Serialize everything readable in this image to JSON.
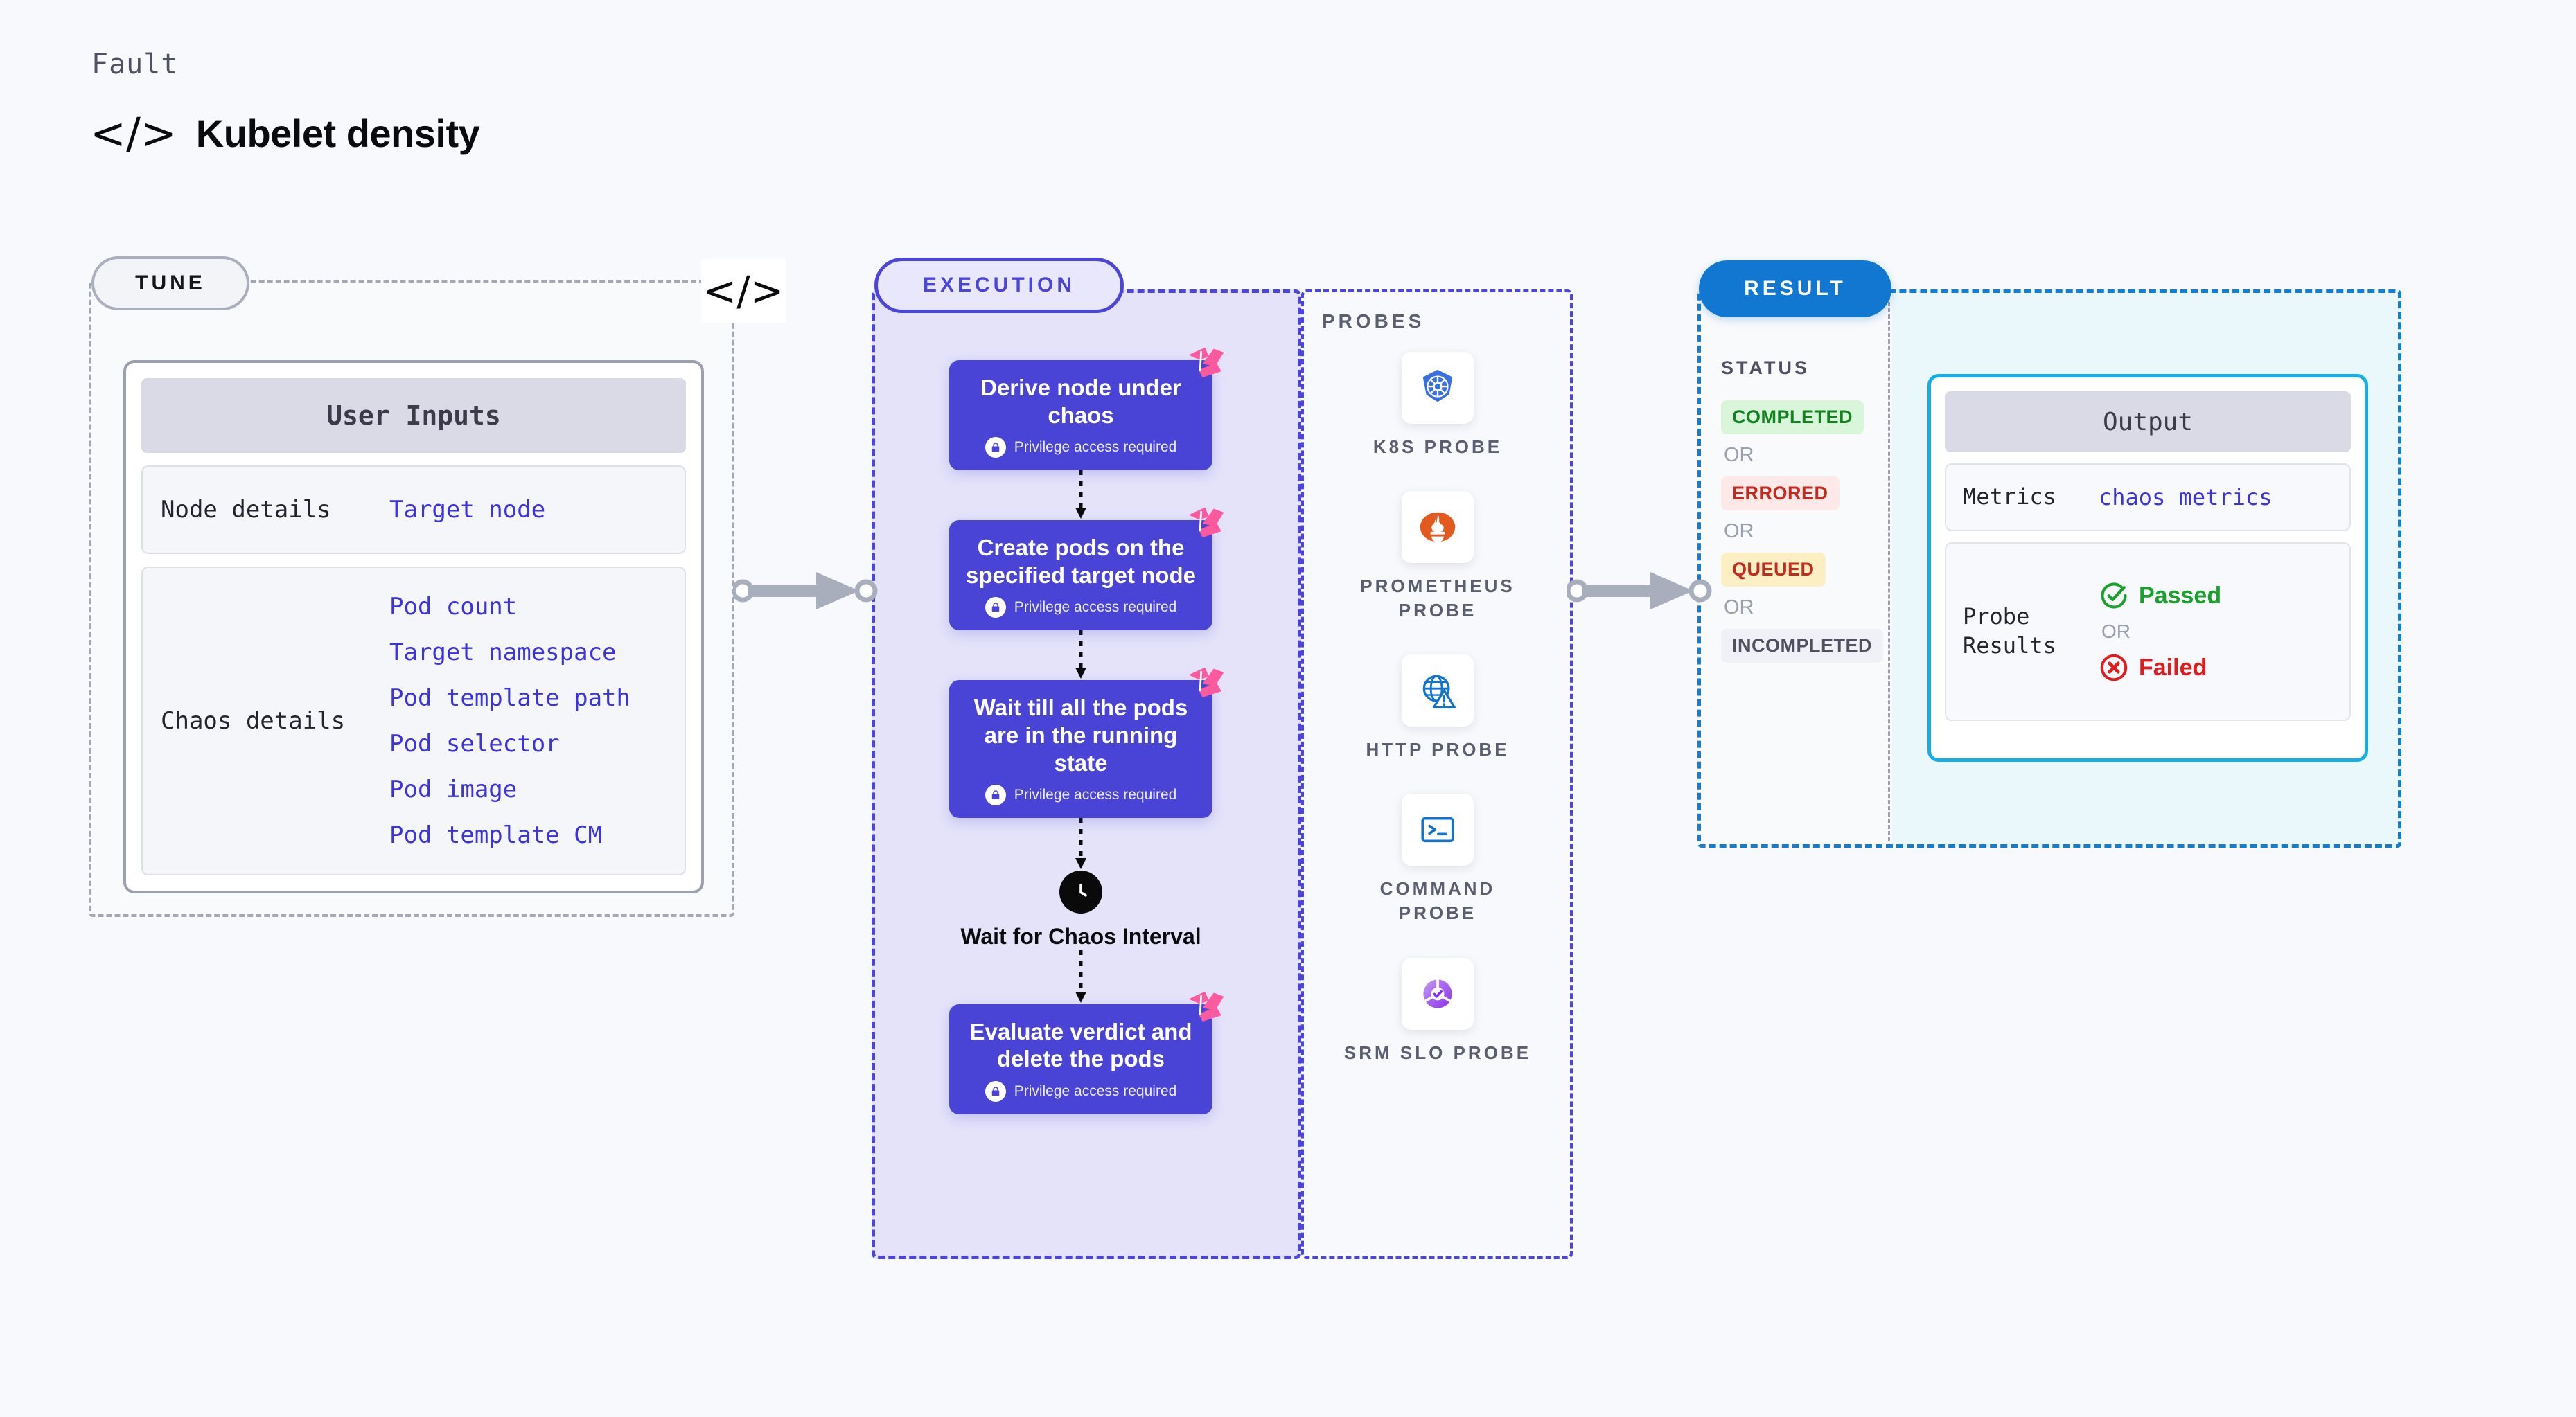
{
  "header": {
    "eyebrow": "Fault",
    "icon": "code-icon",
    "title": "Kubelet density"
  },
  "tune": {
    "pill_label": "TUNE",
    "code_icon_glyph": "</>",
    "card": {
      "title": "User Inputs",
      "rows": [
        {
          "label": "Node details",
          "values": [
            "Target node"
          ]
        },
        {
          "label": "Chaos details",
          "values": [
            "Pod count",
            "Target namespace",
            "Pod template path",
            "Pod selector",
            "Pod image",
            "Pod template CM"
          ]
        }
      ]
    }
  },
  "execution": {
    "pill_label": "EXECUTION",
    "privilege_note": "Privilege access required",
    "steps": [
      {
        "title": "Derive node under chaos",
        "privileged": true
      },
      {
        "title": "Create pods on the specified target node",
        "privileged": true
      },
      {
        "title": "Wait till all the pods are in the running state",
        "privileged": true
      }
    ],
    "wait_node": {
      "icon": "clock-icon",
      "label": "Wait for Chaos Interval"
    },
    "final_step": {
      "title": "Evaluate verdict and delete the pods",
      "privileged": true
    }
  },
  "probes": {
    "title": "PROBES",
    "items": [
      {
        "label": "K8S PROBE",
        "icon": "kubernetes-icon"
      },
      {
        "label": "PROMETHEUS PROBE",
        "icon": "prometheus-icon"
      },
      {
        "label": "HTTP PROBE",
        "icon": "globe-warning-icon"
      },
      {
        "label": "COMMAND PROBE",
        "icon": "terminal-icon"
      },
      {
        "label": "SRM SLO PROBE",
        "icon": "slo-gauge-icon"
      }
    ]
  },
  "result": {
    "pill_label": "RESULT",
    "status_title": "STATUS",
    "or_label": "OR",
    "statuses": [
      {
        "label": "COMPLETED",
        "bg": "#D9F5DA",
        "fg": "#118420"
      },
      {
        "label": "ERRORED",
        "bg": "#FCE9E8",
        "fg": "#C42A1E"
      },
      {
        "label": "QUEUED",
        "bg": "#FCEFC4",
        "fg": "#C42A1E"
      },
      {
        "label": "INCOMPLETED",
        "bg": "#F0F1F6",
        "fg": "#4F5162"
      }
    ],
    "output": {
      "title": "Output",
      "metrics_label": "Metrics",
      "metrics_value": "chaos metrics",
      "probe_results_label": "Probe Results",
      "or_label": "OR",
      "passed_label": "Passed",
      "failed_label": "Failed",
      "passed_color": "#19A22B",
      "failed_color": "#E01B1B"
    }
  },
  "colors": {
    "page_bg": "#F7F9FC",
    "step_blue": "#4A44D6",
    "execution_bg": "#E4E3FA",
    "execution_border": "#4B45D9",
    "result_border": "#117DD4",
    "output_border": "#15AEE5",
    "result_panel_bg": "#EAF8FC",
    "harness_pink": "#FB5A9E"
  }
}
